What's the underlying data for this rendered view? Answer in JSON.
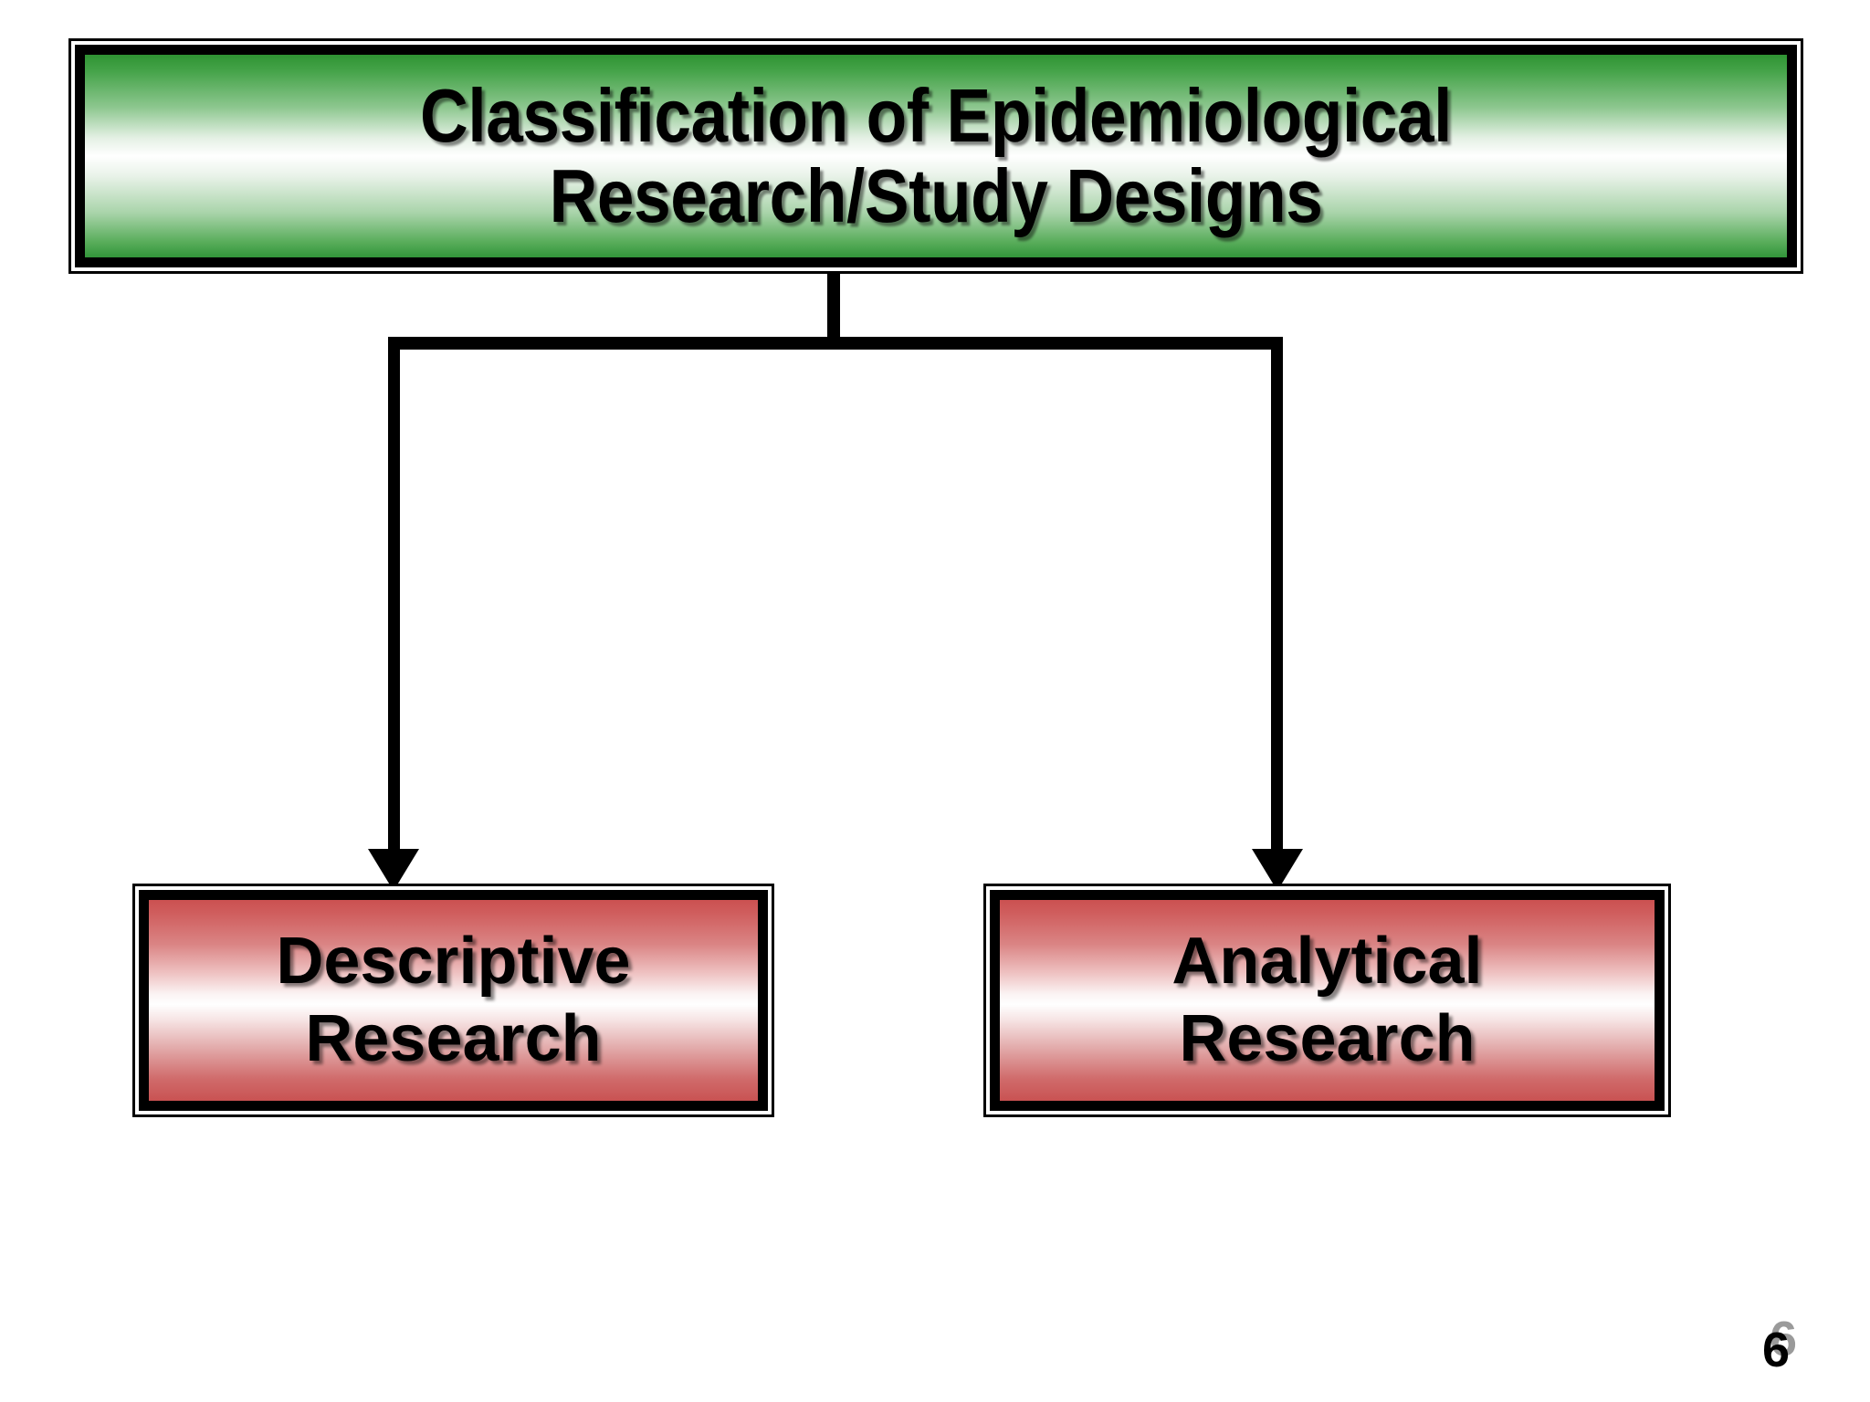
{
  "slide": {
    "background_color": "#ffffff",
    "page_number": "6",
    "page_number_ghost": "6"
  },
  "header": {
    "title": "Classification of Epidemiological\nResearch/Study Designs",
    "title_line_1": "Classification of Epidemiological",
    "title_line_2": "Research/Study Designs",
    "fill_top_color": "#2f9433",
    "fill_mid_color": "#ffffff",
    "fill_bottom_color": "#32963a",
    "border_color": "#000000",
    "text_color": "#000000"
  },
  "diagram_data": {
    "type": "tree-diagram",
    "orientation": "top-down",
    "root": {
      "id": "classification",
      "label": "Classification of Epidemiological Research/Study Designs",
      "shape": "rectangle",
      "fill": "green-gradient"
    },
    "children": [
      {
        "id": "descriptive-research",
        "label": "Descriptive\nResearch",
        "label_line_1": "Descriptive",
        "label_line_2": "Research",
        "shape": "rectangle",
        "fill": "red-gradient"
      },
      {
        "id": "analytical-research",
        "label": "Analytical\nResearch",
        "label_line_1": "Analytical",
        "label_line_2": "Research",
        "shape": "rectangle",
        "fill": "red-gradient"
      }
    ],
    "connectors": [
      {
        "from": "classification",
        "to": "descriptive-research",
        "style": "elbow",
        "arrowhead": "filled-triangle"
      },
      {
        "from": "classification",
        "to": "analytical-research",
        "style": "elbow",
        "arrowhead": "filled-triangle"
      }
    ]
  },
  "nodes": {
    "descriptive": {
      "label": "Descriptive\nResearch",
      "fill_top_color": "#cb5151",
      "fill_mid_color": "#ffffff",
      "fill_bottom_color": "#c95252",
      "border_color": "#000000",
      "text_color": "#000000"
    },
    "analytical": {
      "label": "Analytical\nResearch",
      "fill_top_color": "#cb5151",
      "fill_mid_color": "#ffffff",
      "fill_bottom_color": "#c95252",
      "border_color": "#000000",
      "text_color": "#000000"
    }
  },
  "connectors": {
    "line_color": "#000000"
  }
}
